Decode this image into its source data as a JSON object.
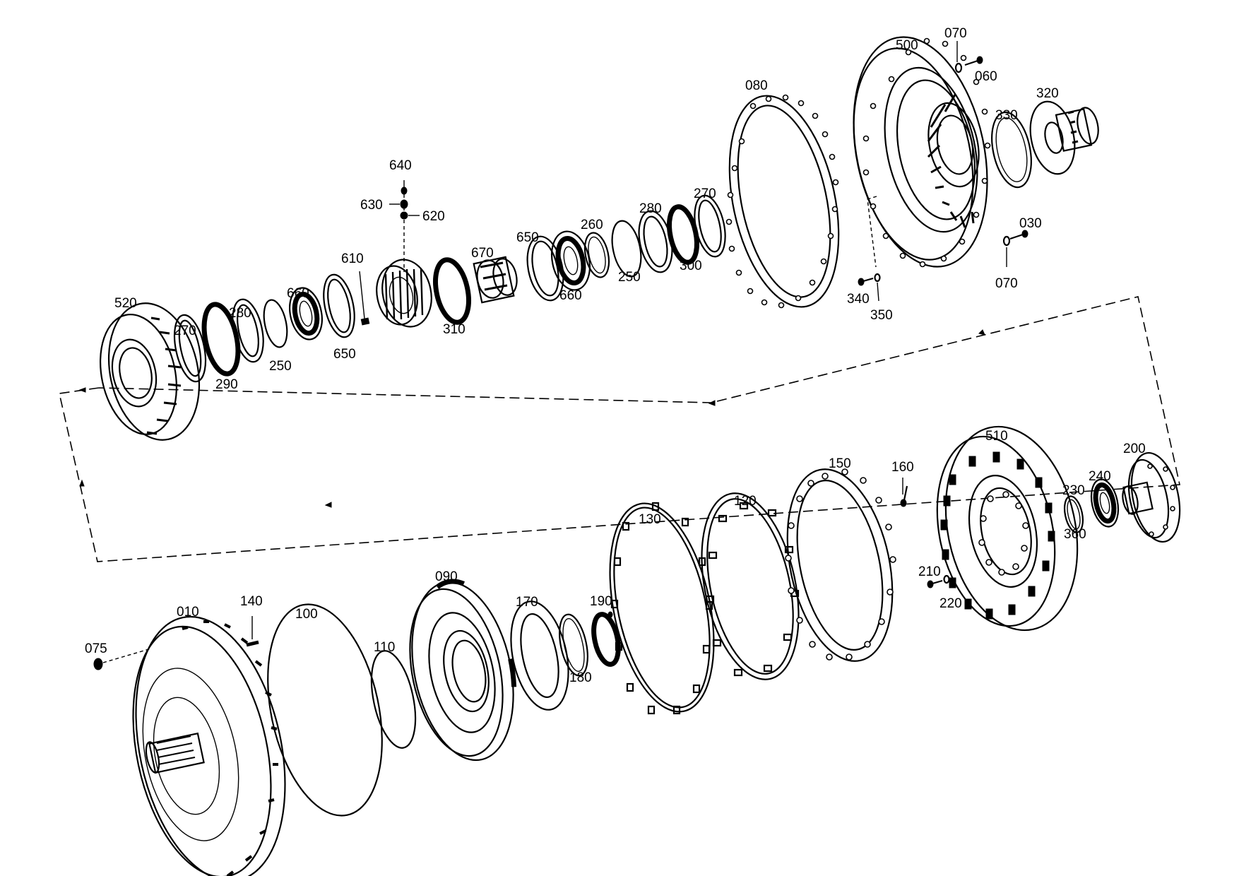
{
  "diagram": {
    "labels": {
      "p520": "520",
      "p270a": "270",
      "p290": "290",
      "p280a": "280",
      "p250a": "250",
      "p660a": "660",
      "p650a": "650",
      "p610": "610",
      "p640": "640",
      "p630": "630",
      "p620": "620",
      "p310": "310",
      "p670": "670",
      "p650b": "650",
      "p660b": "660",
      "p260": "260",
      "p250b": "250",
      "p280b": "280",
      "p300": "300",
      "p270b": "270",
      "p080": "080",
      "p500": "500",
      "p070a": "070",
      "p060": "060",
      "p330": "330",
      "p320": "320",
      "p030": "030",
      "p070b": "070",
      "p340": "340",
      "p350": "350",
      "p075": "075",
      "p010": "010",
      "p140": "140",
      "p100": "100",
      "p110": "110",
      "p090": "090",
      "p170": "170",
      "p180": "180",
      "p190": "190",
      "p130": "130",
      "p120": "120",
      "p150": "150",
      "p160": "160",
      "p210": "210",
      "p220": "220",
      "p510": "510",
      "p200": "200",
      "p230": "230",
      "p240": "240",
      "p360": "360"
    }
  }
}
